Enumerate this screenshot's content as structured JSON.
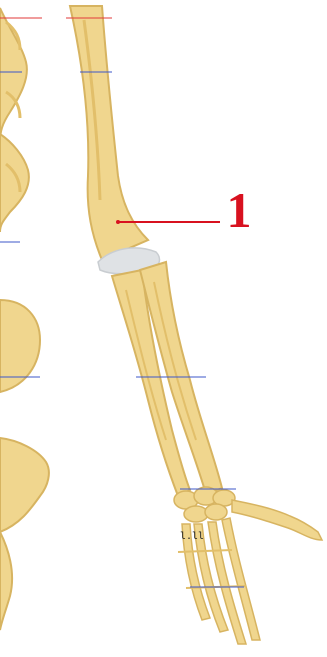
{
  "diagram": {
    "labels": [
      {
        "id": "label-1",
        "text": "1",
        "color": "#d8111f"
      }
    ],
    "small_text": "l.ll",
    "colors": {
      "bone_fill": "#f0d68e",
      "bone_shadow": "#e2bf6a",
      "bone_outline": "#d7b461",
      "cartilage": "#dfe2e5",
      "leader_line": "#d8111f",
      "guide_blue": "#3c57c9",
      "guide_red": "#e23a3a",
      "background": "#ffffff"
    }
  }
}
